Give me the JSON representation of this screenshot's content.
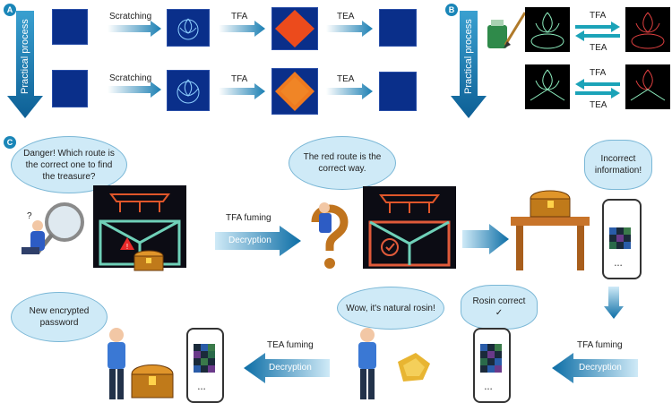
{
  "panels": {
    "a": "A",
    "b": "B",
    "c": "C"
  },
  "panel_a": {
    "side_label": "Practical process",
    "row1": [
      "Scratching",
      "TFA",
      "TEA"
    ],
    "row2": [
      "Scratching",
      "TFA",
      "TEA"
    ]
  },
  "panel_b": {
    "side_label": "Practical process",
    "row1": "TFA",
    "row2": "TEA",
    "row3": "TFA",
    "row4": "TEA"
  },
  "panel_c": {
    "bubble_danger": "Danger! Which route is the correct one to find the treasure?",
    "bubble_red": "The red route is the correct way.",
    "bubble_incorrect": "Incorrect information!",
    "bubble_rosin_correct": "Rosin correct ✓",
    "bubble_natural": "Wow, it's natural rosin!",
    "bubble_new": "New encrypted password",
    "arrow1_top": "TFA fuming",
    "arrow1_inner": "Decryption",
    "arrow2_top": "TFA fuming",
    "arrow2_inner": "Decryption",
    "arrow3_top": "TEA fuming",
    "arrow3_inner": "Decryption",
    "question_mark": "?",
    "phone_dots": "• • •"
  }
}
